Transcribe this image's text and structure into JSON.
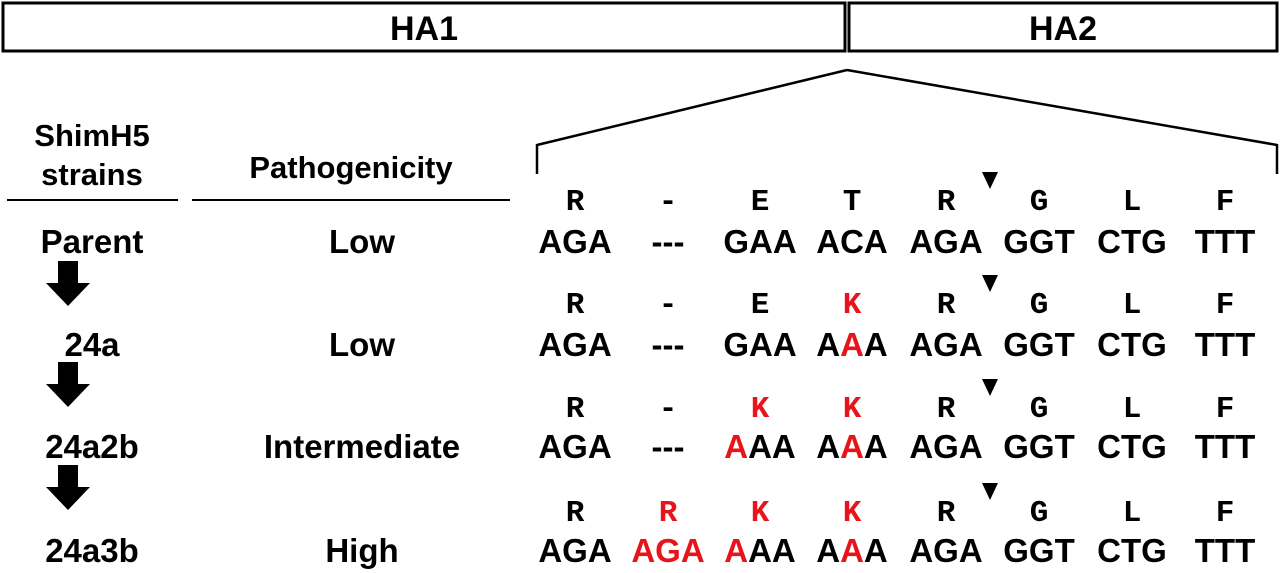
{
  "header": {
    "ha1_label": "HA1",
    "ha2_label": "HA2"
  },
  "columns": {
    "strains_line1": "ShimH5",
    "strains_line2": "strains",
    "pathogenicity": "Pathogenicity"
  },
  "colors": {
    "text": "#000000",
    "mutation": "#e8141c"
  },
  "icons": {
    "down_arrow": "arrow-down-icon",
    "cleavage_marker": "triangle-down-icon"
  },
  "rows": [
    {
      "strain": "Parent",
      "pathogenicity": "Low",
      "amino_acids": [
        {
          "aa": "R",
          "mut": false
        },
        {
          "aa": "-",
          "mut": false
        },
        {
          "aa": "E",
          "mut": false
        },
        {
          "aa": "T",
          "mut": false
        },
        {
          "aa": "R",
          "mut": false
        },
        {
          "aa": "G",
          "mut": false
        },
        {
          "aa": "L",
          "mut": false
        },
        {
          "aa": "F",
          "mut": false
        }
      ],
      "codons": [
        [
          {
            "t": "AGA",
            "m": false
          }
        ],
        [
          {
            "t": "---",
            "m": false
          }
        ],
        [
          {
            "t": "GAA",
            "m": false
          }
        ],
        [
          {
            "t": "ACA",
            "m": false
          }
        ],
        [
          {
            "t": "AGA",
            "m": false
          }
        ],
        [
          {
            "t": "GGT",
            "m": false
          }
        ],
        [
          {
            "t": "CTG",
            "m": false
          }
        ],
        [
          {
            "t": "TTT",
            "m": false
          }
        ]
      ]
    },
    {
      "strain": "24a",
      "pathogenicity": "Low",
      "amino_acids": [
        {
          "aa": "R",
          "mut": false
        },
        {
          "aa": "-",
          "mut": false
        },
        {
          "aa": "E",
          "mut": false
        },
        {
          "aa": "K",
          "mut": true
        },
        {
          "aa": "R",
          "mut": false
        },
        {
          "aa": "G",
          "mut": false
        },
        {
          "aa": "L",
          "mut": false
        },
        {
          "aa": "F",
          "mut": false
        }
      ],
      "codons": [
        [
          {
            "t": "AGA",
            "m": false
          }
        ],
        [
          {
            "t": "---",
            "m": false
          }
        ],
        [
          {
            "t": "GAA",
            "m": false
          }
        ],
        [
          {
            "t": "A",
            "m": false
          },
          {
            "t": "A",
            "m": true
          },
          {
            "t": "A",
            "m": false
          }
        ],
        [
          {
            "t": "AGA",
            "m": false
          }
        ],
        [
          {
            "t": "GGT",
            "m": false
          }
        ],
        [
          {
            "t": "CTG",
            "m": false
          }
        ],
        [
          {
            "t": "TTT",
            "m": false
          }
        ]
      ]
    },
    {
      "strain": "24a2b",
      "pathogenicity": "Intermediate",
      "amino_acids": [
        {
          "aa": "R",
          "mut": false
        },
        {
          "aa": "-",
          "mut": false
        },
        {
          "aa": "K",
          "mut": true
        },
        {
          "aa": "K",
          "mut": true
        },
        {
          "aa": "R",
          "mut": false
        },
        {
          "aa": "G",
          "mut": false
        },
        {
          "aa": "L",
          "mut": false
        },
        {
          "aa": "F",
          "mut": false
        }
      ],
      "codons": [
        [
          {
            "t": "AGA",
            "m": false
          }
        ],
        [
          {
            "t": "---",
            "m": false
          }
        ],
        [
          {
            "t": "A",
            "m": true
          },
          {
            "t": "AA",
            "m": false
          }
        ],
        [
          {
            "t": "A",
            "m": false
          },
          {
            "t": "A",
            "m": true
          },
          {
            "t": "A",
            "m": false
          }
        ],
        [
          {
            "t": "AGA",
            "m": false
          }
        ],
        [
          {
            "t": "GGT",
            "m": false
          }
        ],
        [
          {
            "t": "CTG",
            "m": false
          }
        ],
        [
          {
            "t": "TTT",
            "m": false
          }
        ]
      ]
    },
    {
      "strain": "24a3b",
      "pathogenicity": "High",
      "amino_acids": [
        {
          "aa": "R",
          "mut": false
        },
        {
          "aa": "R",
          "mut": true
        },
        {
          "aa": "K",
          "mut": true
        },
        {
          "aa": "K",
          "mut": true
        },
        {
          "aa": "R",
          "mut": false
        },
        {
          "aa": "G",
          "mut": false
        },
        {
          "aa": "L",
          "mut": false
        },
        {
          "aa": "F",
          "mut": false
        }
      ],
      "codons": [
        [
          {
            "t": "AGA",
            "m": false
          }
        ],
        [
          {
            "t": "AGA",
            "m": true
          }
        ],
        [
          {
            "t": "A",
            "m": true
          },
          {
            "t": "AA",
            "m": false
          }
        ],
        [
          {
            "t": "A",
            "m": false
          },
          {
            "t": "A",
            "m": true
          },
          {
            "t": "A",
            "m": false
          }
        ],
        [
          {
            "t": "AGA",
            "m": false
          }
        ],
        [
          {
            "t": "GGT",
            "m": false
          }
        ],
        [
          {
            "t": "CTG",
            "m": false
          }
        ],
        [
          {
            "t": "TTT",
            "m": false
          }
        ]
      ]
    }
  ]
}
